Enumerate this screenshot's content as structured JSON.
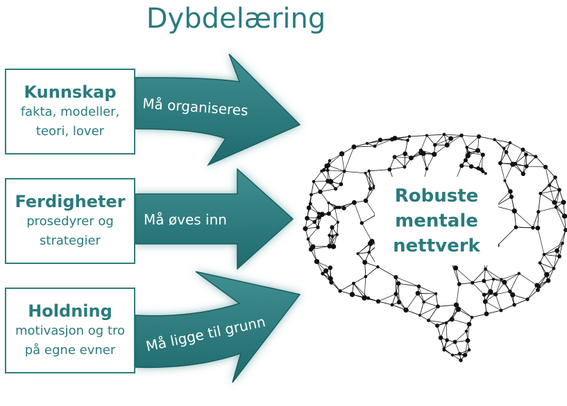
{
  "title": "Dybdelæring",
  "boxes": [
    {
      "heading": "Kunnskap",
      "line1": "fakta, modeller,",
      "line2": "teori, lover"
    },
    {
      "heading": "Ferdigheter",
      "line1": "prosedyrer og",
      "line2": "strategier"
    },
    {
      "heading": "Holdning",
      "line1": "motivasjon og tro",
      "line2": "på egne evner"
    }
  ],
  "arrows": [
    {
      "label": "Må organiseres"
    },
    {
      "label": "Må øves inn"
    },
    {
      "label": "Må ligge til grunn"
    }
  ],
  "center": {
    "line1": "Robuste",
    "line2": "mentale",
    "line3": "nettverk"
  },
  "colors": {
    "accent": "#2a7b7e",
    "arrow": "#236f72",
    "arrow_light": "#4a9a9c",
    "network": "#111111"
  },
  "icons": {
    "brain": "brain-network-icon"
  }
}
